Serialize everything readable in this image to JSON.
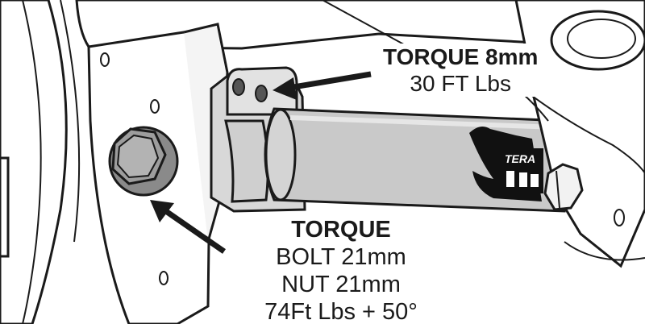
{
  "callout_top": {
    "heading": "TORQUE 8mm",
    "value": "30 FT Lbs"
  },
  "callout_bottom": {
    "heading": "TORQUE",
    "line1": "BOLT 21mm",
    "line2": "NUT 21mm",
    "line3": "74Ft Lbs + 50°"
  },
  "logo": {
    "text": "TERA"
  },
  "colors": {
    "line": "#1a1a1a",
    "tube": "#c9c9c9",
    "clamp": "#dcdcdc",
    "nut": "#7a7a7a"
  }
}
